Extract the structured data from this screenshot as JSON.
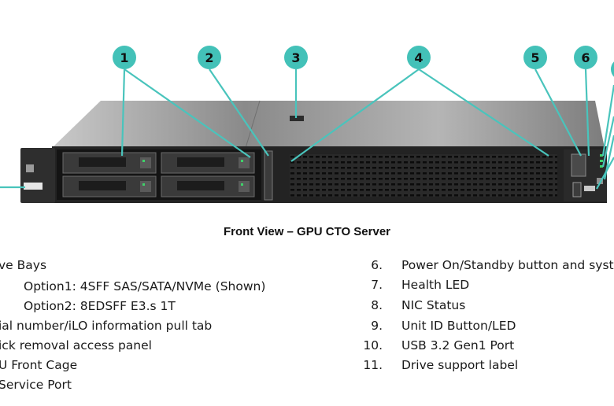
{
  "caption": "Front View – GPU CTO Server",
  "callouts": [
    "1",
    "2",
    "3",
    "4",
    "5",
    "6"
  ],
  "legend_left": [
    {
      "text": "ve Bays"
    },
    {
      "text": "Option1: 4SFF SAS/SATA/NVMe (Shown)"
    },
    {
      "text": "Option2: 8EDSFF E3.s 1T"
    },
    {
      "text": "ial number/iLO information pull tab"
    },
    {
      "text": "ick removal access panel"
    },
    {
      "text": "U Front Cage"
    },
    {
      "text": "Service Port"
    }
  ],
  "legend_right": [
    {
      "num": "6.",
      "text": "Power On/Standby button and syste"
    },
    {
      "num": "7.",
      "text": "Health LED"
    },
    {
      "num": "8.",
      "text": "NIC Status"
    },
    {
      "num": "9.",
      "text": "Unit ID Button/LED"
    },
    {
      "num": "10.",
      "text": "USB 3.2 Gen1 Port"
    },
    {
      "num": "11.",
      "text": "Drive support label"
    }
  ],
  "colors": {
    "callout_fill": "#43c1b8",
    "leader_line": "#49c4bc",
    "chassis_top": "#9a9a9a",
    "chassis_front": "#1f1f1f"
  }
}
